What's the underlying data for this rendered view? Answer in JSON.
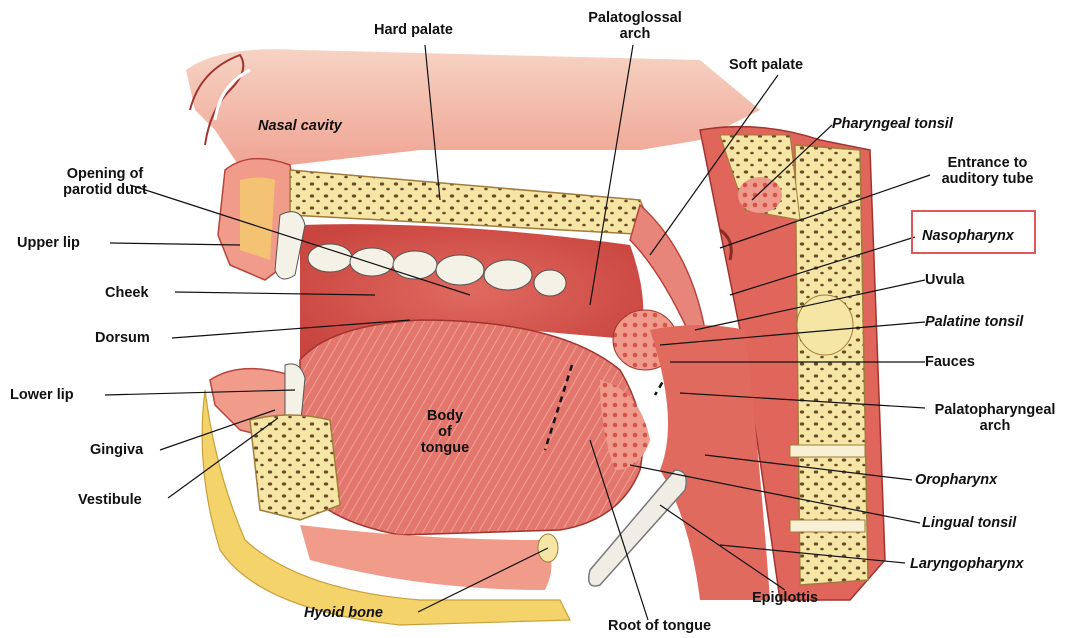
{
  "labels": {
    "hard_palate": "Hard palate",
    "palatoglossal_arch": "Palatoglossal\narch",
    "soft_palate": "Soft palate",
    "nasal_cavity": "Nasal cavity",
    "pharyngeal_tonsil": "Pharyngeal tonsil",
    "opening_parotid_duct": "Opening of\nparotid duct",
    "entrance_auditory_tube": "Entrance to\nauditory tube",
    "upper_lip": "Upper lip",
    "nasopharynx": "Nasopharynx",
    "uvula": "Uvula",
    "cheek": "Cheek",
    "palatine_tonsil": "Palatine tonsil",
    "dorsum": "Dorsum",
    "fauces": "Fauces",
    "lower_lip": "Lower lip",
    "body_of_tongue": "Body\nof\ntongue",
    "palatopharyngeal_arch": "Palatopharyngeal\narch",
    "gingiva": "Gingiva",
    "oropharynx": "Oropharynx",
    "vestibule": "Vestibule",
    "lingual_tonsil": "Lingual tonsil",
    "laryngopharynx": "Laryngopharynx",
    "hyoid_bone": "Hyoid bone",
    "epiglottis": "Epiglottis",
    "root_of_tongue": "Root of tongue"
  },
  "highlight": {
    "label": "nasopharynx",
    "color": "#e0565b"
  },
  "colors": {
    "tissue": "#e8857a",
    "tissue_dark": "#c9453f",
    "bone": "#f6e6a6",
    "fat": "#f3d36a",
    "skin": "#f2c2b0",
    "muscle": "#d9574f"
  }
}
